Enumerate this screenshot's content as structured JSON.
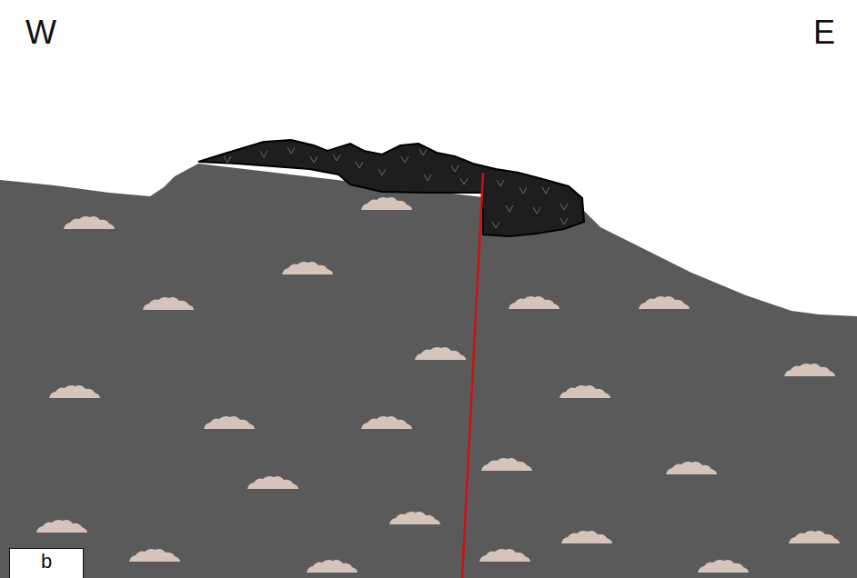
{
  "diagram": {
    "nodes": [
      {
        "text": [
          "b"
        ]
      }
    ],
    "labels": [
      "W",
      "E"
    ]
  }
}
